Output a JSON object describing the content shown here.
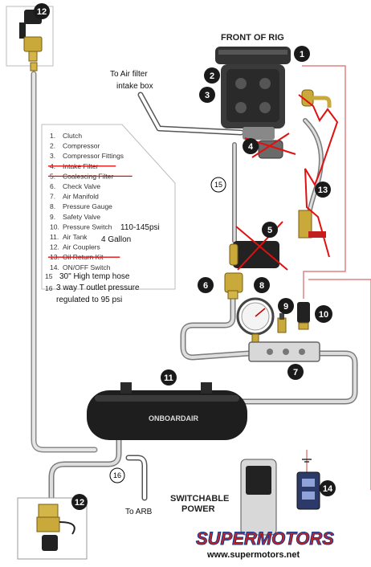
{
  "header": {
    "front_label": "FRONT OF RIG"
  },
  "annotations": {
    "air_filter_line1": "To Air filter",
    "air_filter_line2": "intake box",
    "arb": "To ARB",
    "psi": "110-145psi",
    "gallon": "4 Gallon",
    "hose": "30\" High temp hose",
    "tee_line1": "3 way T outlet pressure",
    "tee_line2": "regulated to 95 psi"
  },
  "legend": {
    "items": [
      {
        "num": "1.",
        "label": "Clutch",
        "struck": false
      },
      {
        "num": "2.",
        "label": "Compressor",
        "struck": false
      },
      {
        "num": "3.",
        "label": "Compressor Fittings",
        "struck": false
      },
      {
        "num": "4.",
        "label": "Intake Filter",
        "struck": true
      },
      {
        "num": "5.",
        "label": "Coalescing Filter",
        "struck": true
      },
      {
        "num": "6.",
        "label": "Check Valve",
        "struck": false
      },
      {
        "num": "7.",
        "label": "Air Manifold",
        "struck": false
      },
      {
        "num": "8.",
        "label": "Pressure Gauge",
        "struck": false
      },
      {
        "num": "9.",
        "label": "Safety Valve",
        "struck": false
      },
      {
        "num": "10.",
        "label": "Pressure Switch",
        "struck": false
      },
      {
        "num": "11.",
        "label": "Air Tank",
        "struck": false
      },
      {
        "num": "12.",
        "label": "Air Couplers",
        "struck": false
      },
      {
        "num": "13.",
        "label": "Oil Return Kit",
        "struck": true
      },
      {
        "num": "14.",
        "label": "ON/OFF Switch",
        "struck": false
      }
    ],
    "added_15": "15",
    "added_16": "16"
  },
  "badges": {
    "b1": "1",
    "b2": "2",
    "b3": "3",
    "b4": "4",
    "b5": "5",
    "b6": "6",
    "b7": "7",
    "b8": "8",
    "b9": "9",
    "b10": "10",
    "b11": "11",
    "b12_top": "12",
    "b12_bottom": "12",
    "b13": "13",
    "b14": "14",
    "b15": "15",
    "b16": "16"
  },
  "tank_brand": "ONBOARDAIR",
  "switchable_line1": "SWITCHABLE",
  "switchable_line2": "POWER",
  "watermark": {
    "brand": "SUPERMOTORS",
    "url": "www.supermotors.net"
  },
  "colors": {
    "badge": "#1a1a1a",
    "strike": "#e01010",
    "wire": "#e07070",
    "hose": "#9a9a9a"
  }
}
